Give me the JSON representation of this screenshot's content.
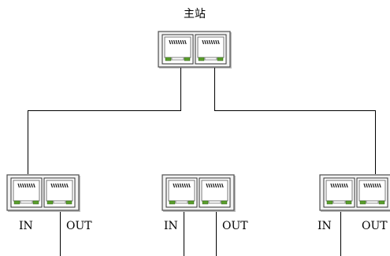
{
  "master": {
    "label": "主站"
  },
  "slaves": [
    {
      "in_label": "IN",
      "out_label": "OUT"
    },
    {
      "in_label": "IN",
      "out_label": "OUT"
    },
    {
      "in_label": "IN",
      "out_label": "OUT"
    }
  ],
  "colors": {
    "line": "#000000",
    "switch_body_fill": "#f2f2f2",
    "switch_body_stroke": "#4d4d4d",
    "led": "#5a9f2c"
  }
}
